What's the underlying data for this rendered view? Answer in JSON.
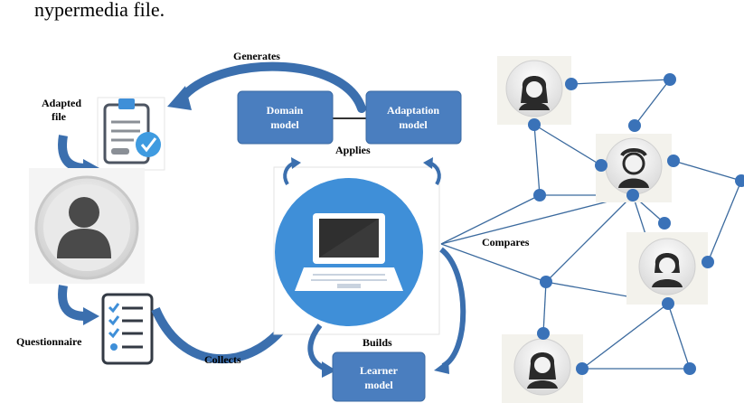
{
  "header_fragment": "nypermedia file.",
  "labels": {
    "generates": "Generates",
    "adapted_file_line1": "Adapted",
    "adapted_file_line2": "file",
    "applies": "Applies",
    "compares": "Compares",
    "questionnaire": "Questionnaire",
    "collects": "Collects",
    "builds": "Builds"
  },
  "boxes": {
    "domain_model": [
      "Domain",
      "model"
    ],
    "adaptation_model": [
      "Adaptation",
      "model"
    ],
    "learner_model": [
      "Learner",
      "model"
    ]
  },
  "icons": [
    "document-check-icon",
    "user-avatar-icon",
    "checklist-icon",
    "laptop-icon",
    "woman-avatar-icon",
    "elderly-man-avatar-icon",
    "woman-avatar-icon",
    "woman-avatar-icon"
  ],
  "colors": {
    "box_fill": "#4a7ebf",
    "arrow": "#3b6fae",
    "node": "#3a72b8",
    "laptop_circle": "#3f8fd8"
  }
}
